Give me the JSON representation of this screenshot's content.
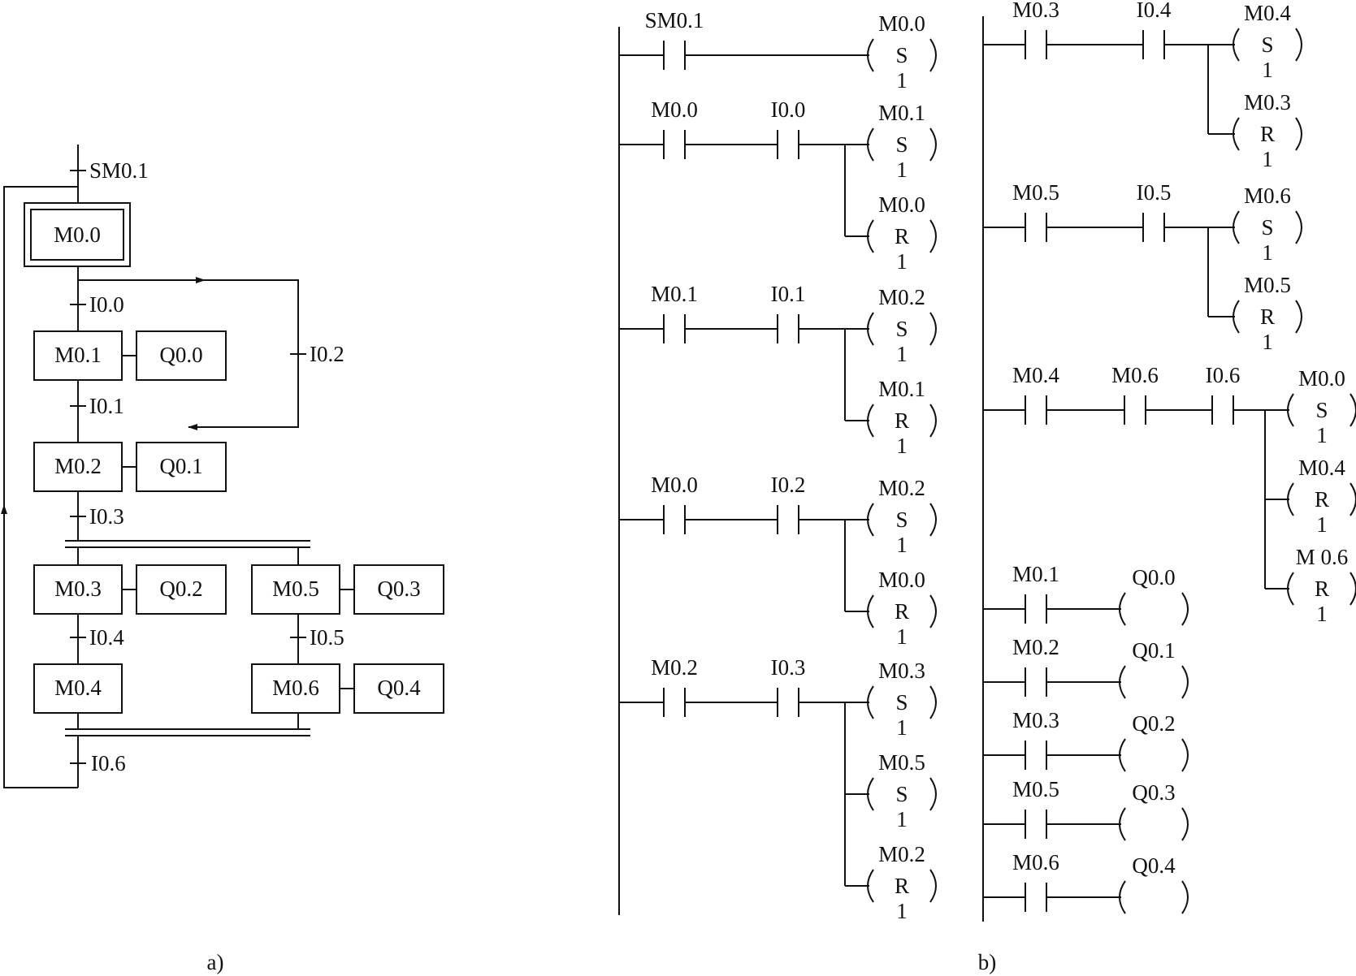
{
  "captions": {
    "a": "a)",
    "b": "b)"
  },
  "sfc": {
    "initial_transition": "SM0.1",
    "steps": {
      "s00": "M0.0",
      "s01": "M0.1",
      "a01": "Q0.0",
      "s02": "M0.2",
      "a02": "Q0.1",
      "s03": "M0.3",
      "a03": "Q0.2",
      "s05": "M0.5",
      "a05": "Q0.3",
      "s04": "M0.4",
      "s06": "M0.6",
      "a06": "Q0.4"
    },
    "transitions": {
      "t00": "I0.0",
      "t01": "I0.1",
      "t02": "I0.2",
      "t03": "I0.3",
      "t04": "I0.4",
      "t05": "I0.5",
      "t06": "I0.6"
    }
  },
  "ladder": {
    "left": [
      {
        "contacts": [
          "SM0.1"
        ],
        "coils": [
          {
            "addr": "M0.0",
            "type": "S",
            "n": "1"
          }
        ]
      },
      {
        "contacts": [
          "M0.0",
          "I0.0"
        ],
        "coils": [
          {
            "addr": "M0.1",
            "type": "S",
            "n": "1"
          },
          {
            "addr": "M0.0",
            "type": "R",
            "n": "1"
          }
        ]
      },
      {
        "contacts": [
          "M0.1",
          "I0.1"
        ],
        "coils": [
          {
            "addr": "M0.2",
            "type": "S",
            "n": "1"
          },
          {
            "addr": "M0.1",
            "type": "R",
            "n": "1"
          }
        ]
      },
      {
        "contacts": [
          "M0.0",
          "I0.2"
        ],
        "coils": [
          {
            "addr": "M0.2",
            "type": "S",
            "n": "1"
          },
          {
            "addr": "M0.0",
            "type": "R",
            "n": "1"
          }
        ]
      },
      {
        "contacts": [
          "M0.2",
          "I0.3"
        ],
        "coils": [
          {
            "addr": "M0.3",
            "type": "S",
            "n": "1"
          },
          {
            "addr": "M0.5",
            "type": "S",
            "n": "1"
          },
          {
            "addr": "M0.2",
            "type": "R",
            "n": "1"
          }
        ]
      }
    ],
    "right": [
      {
        "contacts": [
          "M0.3",
          "I0.4"
        ],
        "coils": [
          {
            "addr": "M0.4",
            "type": "S",
            "n": "1"
          },
          {
            "addr": "M0.3",
            "type": "R",
            "n": "1"
          }
        ]
      },
      {
        "contacts": [
          "M0.5",
          "I0.5"
        ],
        "coils": [
          {
            "addr": "M0.6",
            "type": "S",
            "n": "1"
          },
          {
            "addr": "M0.5",
            "type": "R",
            "n": "1"
          }
        ]
      },
      {
        "contacts": [
          "M0.4",
          "M0.6",
          "I0.6"
        ],
        "coils": [
          {
            "addr": "M0.0",
            "type": "S",
            "n": "1"
          },
          {
            "addr": "M0.4",
            "type": "R",
            "n": "1"
          },
          {
            "addr": "M 0.6",
            "type": "R",
            "n": "1"
          }
        ]
      },
      {
        "contacts": [
          "M0.1"
        ],
        "coils": [
          {
            "addr": "Q0.0",
            "type": "",
            "n": ""
          }
        ]
      },
      {
        "contacts": [
          "M0.2"
        ],
        "coils": [
          {
            "addr": "Q0.1",
            "type": "",
            "n": ""
          }
        ]
      },
      {
        "contacts": [
          "M0.3"
        ],
        "coils": [
          {
            "addr": "Q0.2",
            "type": "",
            "n": ""
          }
        ]
      },
      {
        "contacts": [
          "M0.5"
        ],
        "coils": [
          {
            "addr": "Q0.3",
            "type": "",
            "n": ""
          }
        ]
      },
      {
        "contacts": [
          "M0.6"
        ],
        "coils": [
          {
            "addr": "Q0.4",
            "type": "",
            "n": ""
          }
        ]
      }
    ]
  }
}
